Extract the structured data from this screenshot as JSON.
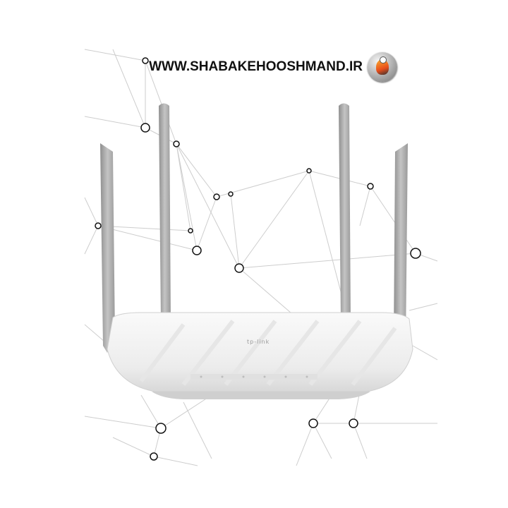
{
  "watermark": {
    "text": "WWW.SHABAKEHOOSHMAND.IR",
    "logo_icon": "shabakehooshmand-logo"
  },
  "product": {
    "brand_label": "tp-link"
  },
  "colors": {
    "antenna": "#a9a9a9",
    "router_body": "#f4f4f4",
    "network_lines": "#cfcfcf",
    "nodes": "#111111"
  }
}
